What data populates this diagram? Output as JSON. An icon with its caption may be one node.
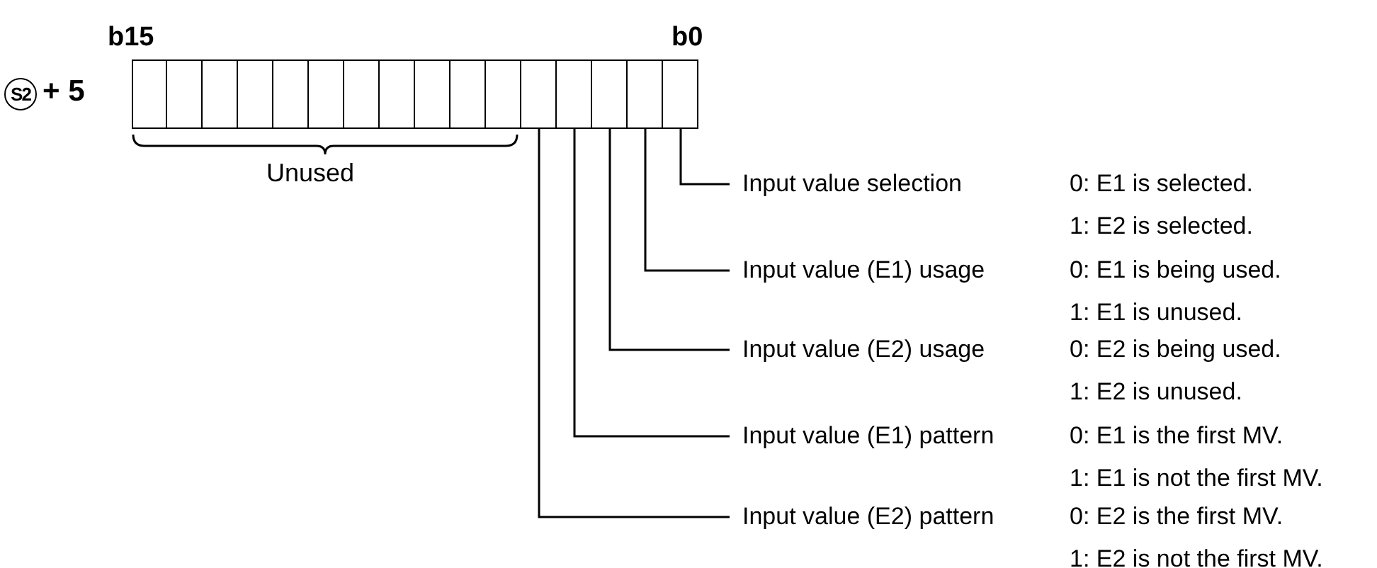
{
  "diagram": {
    "nodes": [
      {
        "text": [],
        "shape": "box"
      },
      {
        "text": [],
        "shape": "box"
      },
      {
        "text": [],
        "shape": "box"
      },
      {
        "text": [],
        "shape": "box"
      },
      {
        "text": [],
        "shape": "box"
      },
      {
        "text": [],
        "shape": "box"
      },
      {
        "text": [],
        "shape": "box"
      },
      {
        "text": [],
        "shape": "box"
      },
      {
        "text": [],
        "shape": "box"
      },
      {
        "text": [],
        "shape": "box"
      },
      {
        "text": [],
        "shape": "box"
      },
      {
        "text": [],
        "shape": "box"
      },
      {
        "text": [],
        "shape": "box"
      },
      {
        "text": [],
        "shape": "box"
      },
      {
        "text": [],
        "shape": "box"
      },
      {
        "text": [],
        "shape": "box"
      },
      {
        "text": [
          "Input value selection"
        ],
        "beside": [
          "0: E1 is selected.",
          "1: E2 is selected."
        ]
      },
      {
        "text": [
          "Input value (E1) usage"
        ],
        "beside": [
          "0: E1 is being used.",
          "1: E1 is unused."
        ]
      },
      {
        "text": [
          "Input value (E2) usage"
        ],
        "beside": [
          "0: E2 is being used.",
          "1: E2 is unused."
        ]
      },
      {
        "text": [
          "Input value (E1) pattern"
        ],
        "beside": [
          "0: E1 is the first MV.",
          "1: E1 is not the first MV."
        ]
      },
      {
        "text": [
          "Input value (E2) pattern"
        ],
        "beside": [
          "0: E2 is the first MV.",
          "1: E2 is not the first MV."
        ]
      }
    ],
    "edges": [
      {
        "from": 16,
        "to": 15,
        "arrow": "none"
      },
      {
        "from": 17,
        "to": 14,
        "arrow": "none"
      },
      {
        "from": 18,
        "to": 13,
        "arrow": "none"
      },
      {
        "from": 19,
        "to": 12,
        "arrow": "none"
      },
      {
        "from": 20,
        "to": 11,
        "arrow": "none"
      }
    ],
    "labels": [
      "b15",
      "b0",
      "S2",
      "+ 5",
      "Unused"
    ]
  }
}
